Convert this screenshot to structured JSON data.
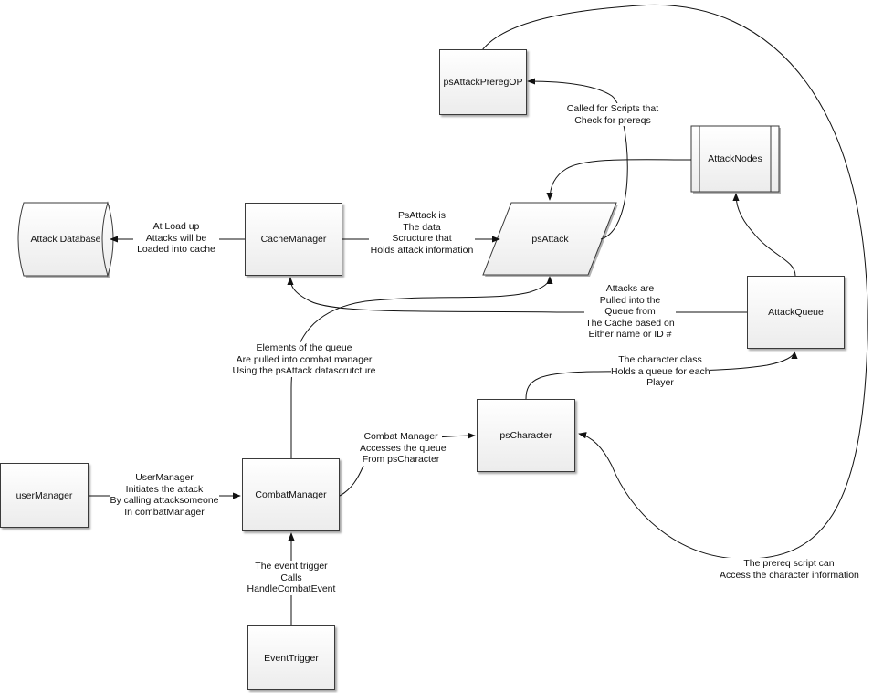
{
  "nodes": {
    "attack_database": "Attack Database",
    "cache_manager": "CacheManager",
    "ps_attack": "psAttack",
    "ps_attack_prereg_op": "psAttackPreregOP",
    "attack_nodes": "AttackNodes",
    "attack_queue": "AttackQueue",
    "ps_character": "psCharacter",
    "user_manager": "userManager",
    "combat_manager": "CombatManager",
    "event_trigger": "EventTrigger"
  },
  "labels": {
    "load_to_cache": [
      "At Load up",
      "Attacks will be",
      "Loaded into cache"
    ],
    "psattack_is": [
      "PsAttack is",
      "The data",
      "Scructure that",
      "Holds attack information"
    ],
    "called_for_scripts": [
      "Called for Scripts that",
      "Check for prereqs"
    ],
    "attacks_pulled": [
      "Attacks are",
      "Pulled into the",
      "Queue from",
      "The Cache based on",
      "Either name or ID #"
    ],
    "elements_of_queue": [
      "Elements of the queue",
      "Are pulled into combat manager",
      "Using the psAttack datascrutcture"
    ],
    "character_class": [
      "The character class",
      "Holds a queue for each",
      "Player"
    ],
    "combat_accesses": [
      "Combat Manager",
      "Accesses the queue",
      "From psCharacter"
    ],
    "user_initiates": [
      "UserManager",
      "Initiates the attack",
      "By calling attacksomeone",
      "In combatManager"
    ],
    "event_calls": [
      "The event trigger",
      "Calls",
      "HandleCombatEvent"
    ],
    "prereq_access": [
      "The prereq script can",
      "Access the character information"
    ]
  }
}
